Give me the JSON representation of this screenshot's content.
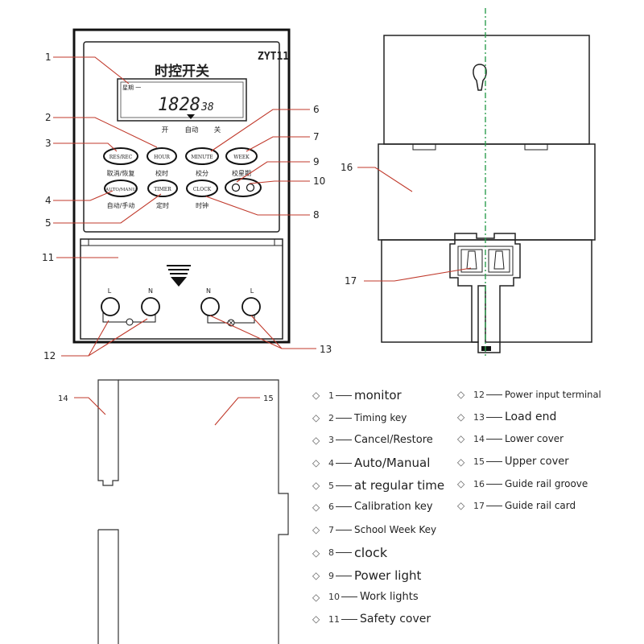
{
  "device": {
    "model": "ZYT11",
    "title_cn": "时控开关",
    "lcd_top": "星期 一",
    "lcd_time": "1828",
    "lcd_seconds": "38",
    "mode_labels": [
      "开",
      "自动",
      "关"
    ],
    "buttons": [
      {
        "key": "RES/REC",
        "caption": "取消/恢复"
      },
      {
        "key": "HOUR",
        "caption": "校时"
      },
      {
        "key": "MINUTE",
        "caption": "校分"
      },
      {
        "key": "WEEK",
        "caption": "校星期"
      },
      {
        "key": "AUTO/MANU",
        "caption": "自动/手动"
      },
      {
        "key": "TIMER",
        "caption": "定时"
      },
      {
        "key": "CLOCK",
        "caption": "时钟"
      }
    ],
    "terminal_labels": [
      "L",
      "N",
      "N",
      "L"
    ]
  },
  "callouts": [
    "1",
    "2",
    "3",
    "4",
    "5",
    "6",
    "7",
    "8",
    "9",
    "10",
    "11",
    "12",
    "13",
    "14",
    "15",
    "16",
    "17"
  ],
  "legend": [
    {
      "num": "1",
      "text": "monitor"
    },
    {
      "num": "2",
      "text": "Timing key"
    },
    {
      "num": "3",
      "text": "Cancel/Restore"
    },
    {
      "num": "4",
      "text": "Auto/Manual"
    },
    {
      "num": "5",
      "text": "at regular time"
    },
    {
      "num": "6",
      "text": "Calibration key"
    },
    {
      "num": "7",
      "text": "School Week Key"
    },
    {
      "num": "8",
      "text": "clock"
    },
    {
      "num": "9",
      "text": "Power light"
    },
    {
      "num": "10",
      "text": "Work lights"
    },
    {
      "num": "11",
      "text": "Safety cover"
    },
    {
      "num": "12",
      "text": "Power input terminal"
    },
    {
      "num": "13",
      "text": "Load end"
    },
    {
      "num": "14",
      "text": "Lower cover"
    },
    {
      "num": "15",
      "text": "Upper cover"
    },
    {
      "num": "16",
      "text": "Guide rail groove"
    },
    {
      "num": "17",
      "text": "Guide rail card"
    }
  ],
  "colors": {
    "callout_line": "#c0392b",
    "guide_line": "#2e9e4f",
    "outline": "#222222"
  }
}
